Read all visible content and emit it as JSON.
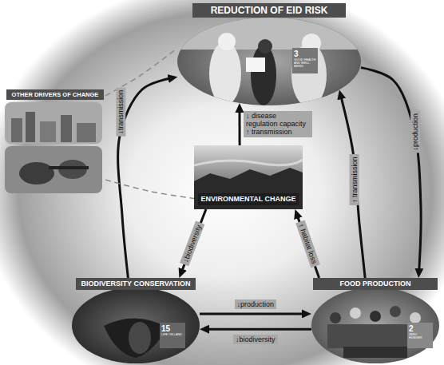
{
  "diagram": {
    "nodes": [
      {
        "text": [
          "REDUCTION OF EID RISK"
        ]
      },
      {
        "text": [
          "OTHER DRIVERS OF CHANGE"
        ]
      },
      {
        "text": [
          "ENVIRONMENTAL CHANGE"
        ]
      },
      {
        "text": [
          "BIODIVERSITY CONSERVATION"
        ]
      },
      {
        "text": [
          "FOOD PRODUCTION"
        ]
      }
    ],
    "edges": [
      {
        "from": 2,
        "to": 0,
        "label": "↓ disease regulation capacity ↑ transmission",
        "arrow": "to"
      },
      {
        "from": 3,
        "to": 0,
        "label": "↓transmission",
        "arrow": "to"
      },
      {
        "from": 4,
        "to": 0,
        "label": "↑ transmission",
        "arrow": "to"
      },
      {
        "from": 0,
        "to": 4,
        "label": "↓production",
        "arrow": "to"
      },
      {
        "from": 2,
        "to": 3,
        "label": "↓biodiversity",
        "arrow": "to"
      },
      {
        "from": 4,
        "to": 2,
        "label": "↑ habitat loss",
        "arrow": "to"
      },
      {
        "from": 3,
        "to": 4,
        "label": "↓production",
        "arrow": "to"
      },
      {
        "from": 4,
        "to": 3,
        "label": "↓biodiversity",
        "arrow": "to"
      },
      {
        "from": 1,
        "to": 0,
        "arrow": "none"
      },
      {
        "from": 1,
        "to": 2,
        "arrow": "none"
      }
    ],
    "labels": [
      "3",
      "GOOD HEALTH AND WELL-BEING",
      "15",
      "LIFE ON LAND",
      "2",
      "ZERO HUNGER"
    ]
  }
}
